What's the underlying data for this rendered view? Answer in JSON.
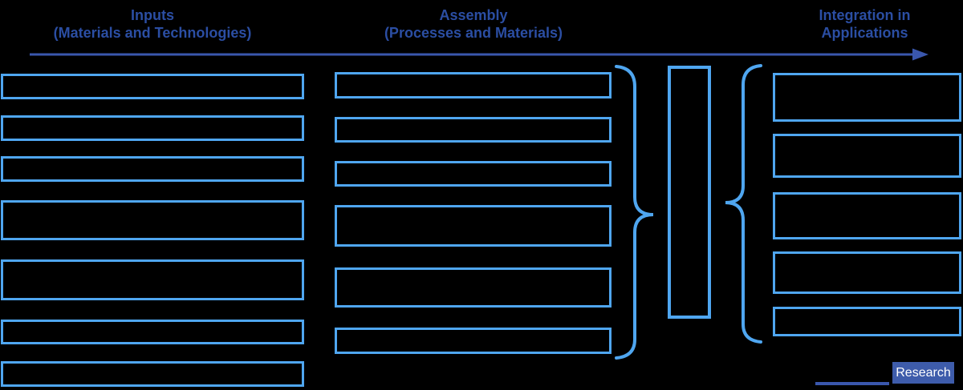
{
  "diagram": {
    "columns": [
      {
        "line1": "Inputs",
        "line2": "(Materials and Technologies)"
      },
      {
        "line1": "Assembly",
        "line2": "(Processes and Materials)"
      },
      {
        "line1": "Integration in",
        "line2": "Applications"
      }
    ]
  },
  "branding": {
    "research_label": "Research"
  },
  "colors": {
    "accent": "#4FA6F0",
    "header": "#2B4EA3",
    "arrow": "#3A57AD",
    "badge_bg": "#3E5CAB",
    "badge_text": "#FFFFFF"
  }
}
